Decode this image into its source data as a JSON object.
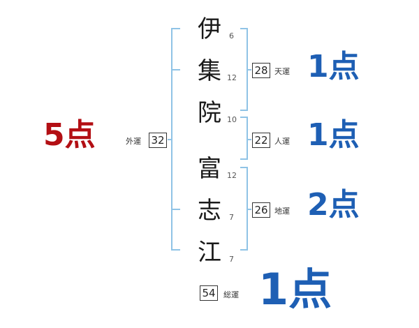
{
  "characters": [
    {
      "char": "伊",
      "strokes": "6"
    },
    {
      "char": "集",
      "strokes": "12"
    },
    {
      "char": "院",
      "strokes": "10"
    },
    {
      "char": "富",
      "strokes": "12"
    },
    {
      "char": "志",
      "strokes": "7"
    },
    {
      "char": "江",
      "strokes": "7"
    }
  ],
  "fortunes": {
    "ten": {
      "label": "天運",
      "value": "28",
      "score": "1点"
    },
    "jin": {
      "label": "人運",
      "value": "22",
      "score": "1点"
    },
    "chi": {
      "label": "地運",
      "value": "26",
      "score": "2点"
    },
    "gai": {
      "label": "外運",
      "value": "32",
      "score": "5点"
    },
    "sou": {
      "label": "総運",
      "value": "54",
      "score": "1点"
    }
  },
  "colors": {
    "bracket": "#8fc3e6",
    "blue_score": "#1e5fb4",
    "red_score": "#b30f14"
  }
}
